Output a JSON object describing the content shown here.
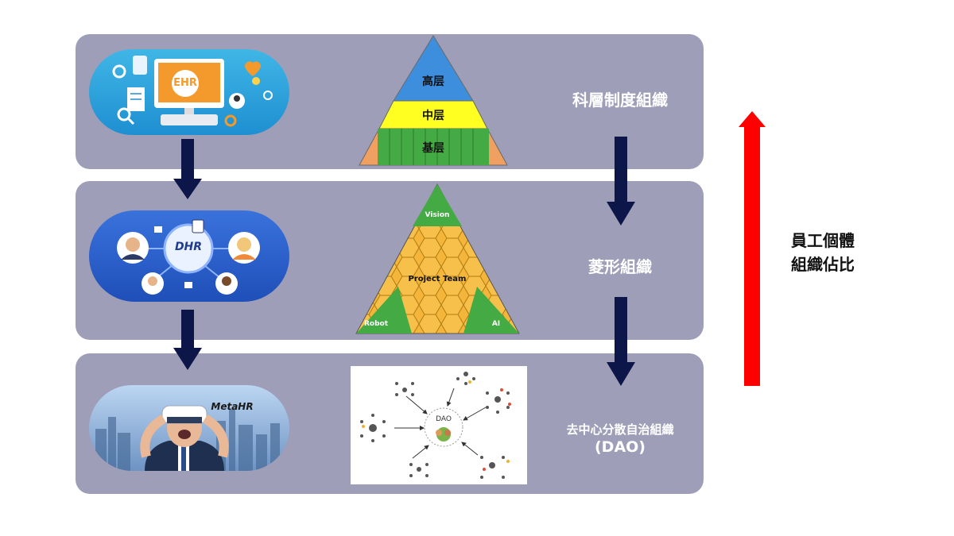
{
  "rows": [
    {
      "org_label": "科層制度組織",
      "hr_badge": "EHR",
      "pyramid": {
        "top": "高层",
        "middle": "中层",
        "bottom": "基层"
      }
    },
    {
      "org_label": "菱形組織",
      "hr_badge": "DHR",
      "pyramid": {
        "top": "Vision",
        "center": "Project Team",
        "left": "Robot",
        "right": "AI"
      }
    },
    {
      "org_label_line1": "去中心分散自治組織",
      "org_label_line2": "(DAO)",
      "hr_badge": "MetaHR",
      "dao_center": "DAO"
    }
  ],
  "side_label": {
    "line1": "員工個體",
    "line2": "組織佔比"
  },
  "colors": {
    "band": "#9e9eb8",
    "arrow_dark": "#0c1648",
    "arrow_red": "#ff0000",
    "pyr_top": "#3e8ede",
    "pyr_mid": "#ffff22",
    "pyr_base": "#44aa44"
  }
}
